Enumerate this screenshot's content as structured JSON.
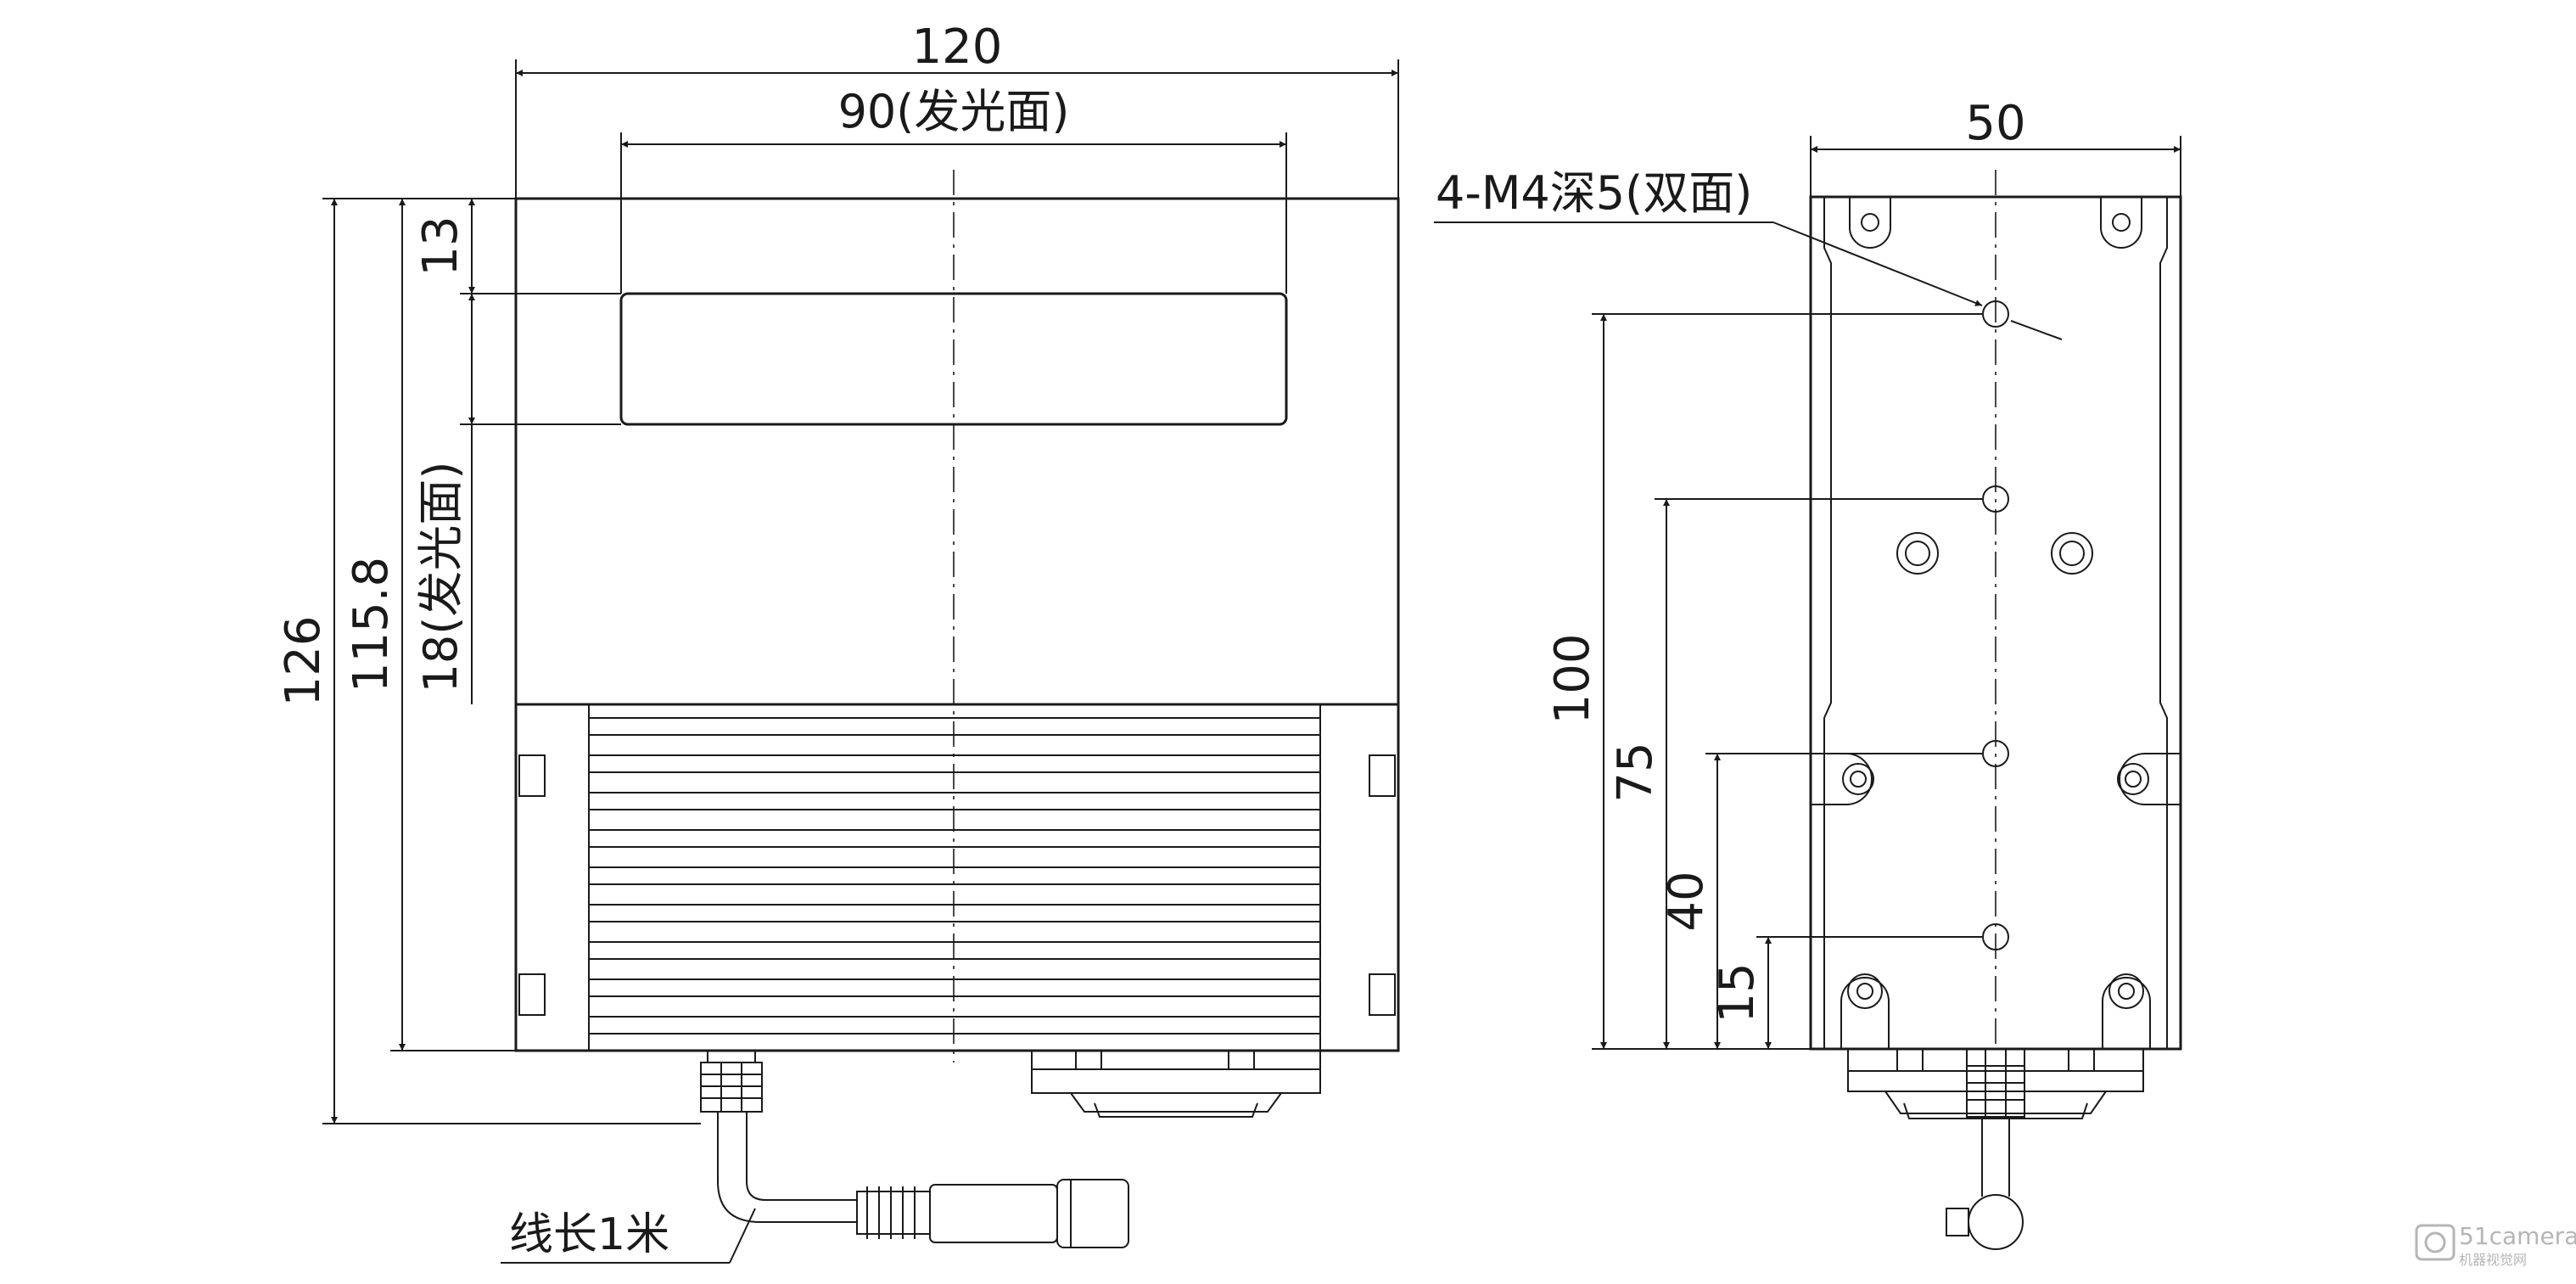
{
  "front_view": {
    "width_label": "120",
    "emitting_width_label": "90(发光面)",
    "top_offset_label": "13",
    "total_height_label": "126",
    "body_height_label": "115.8",
    "emitting_height_label": "18(发光面)",
    "cable_label": "线长1米"
  },
  "side_view": {
    "width_label": "50",
    "hole_label": "4-M4深5(双面)",
    "h100_label": "100",
    "h75_label": "75",
    "h40_label": "40",
    "h15_label": "15"
  },
  "watermark": {
    "text": "51camera",
    "subtext": "机器视觉网"
  }
}
